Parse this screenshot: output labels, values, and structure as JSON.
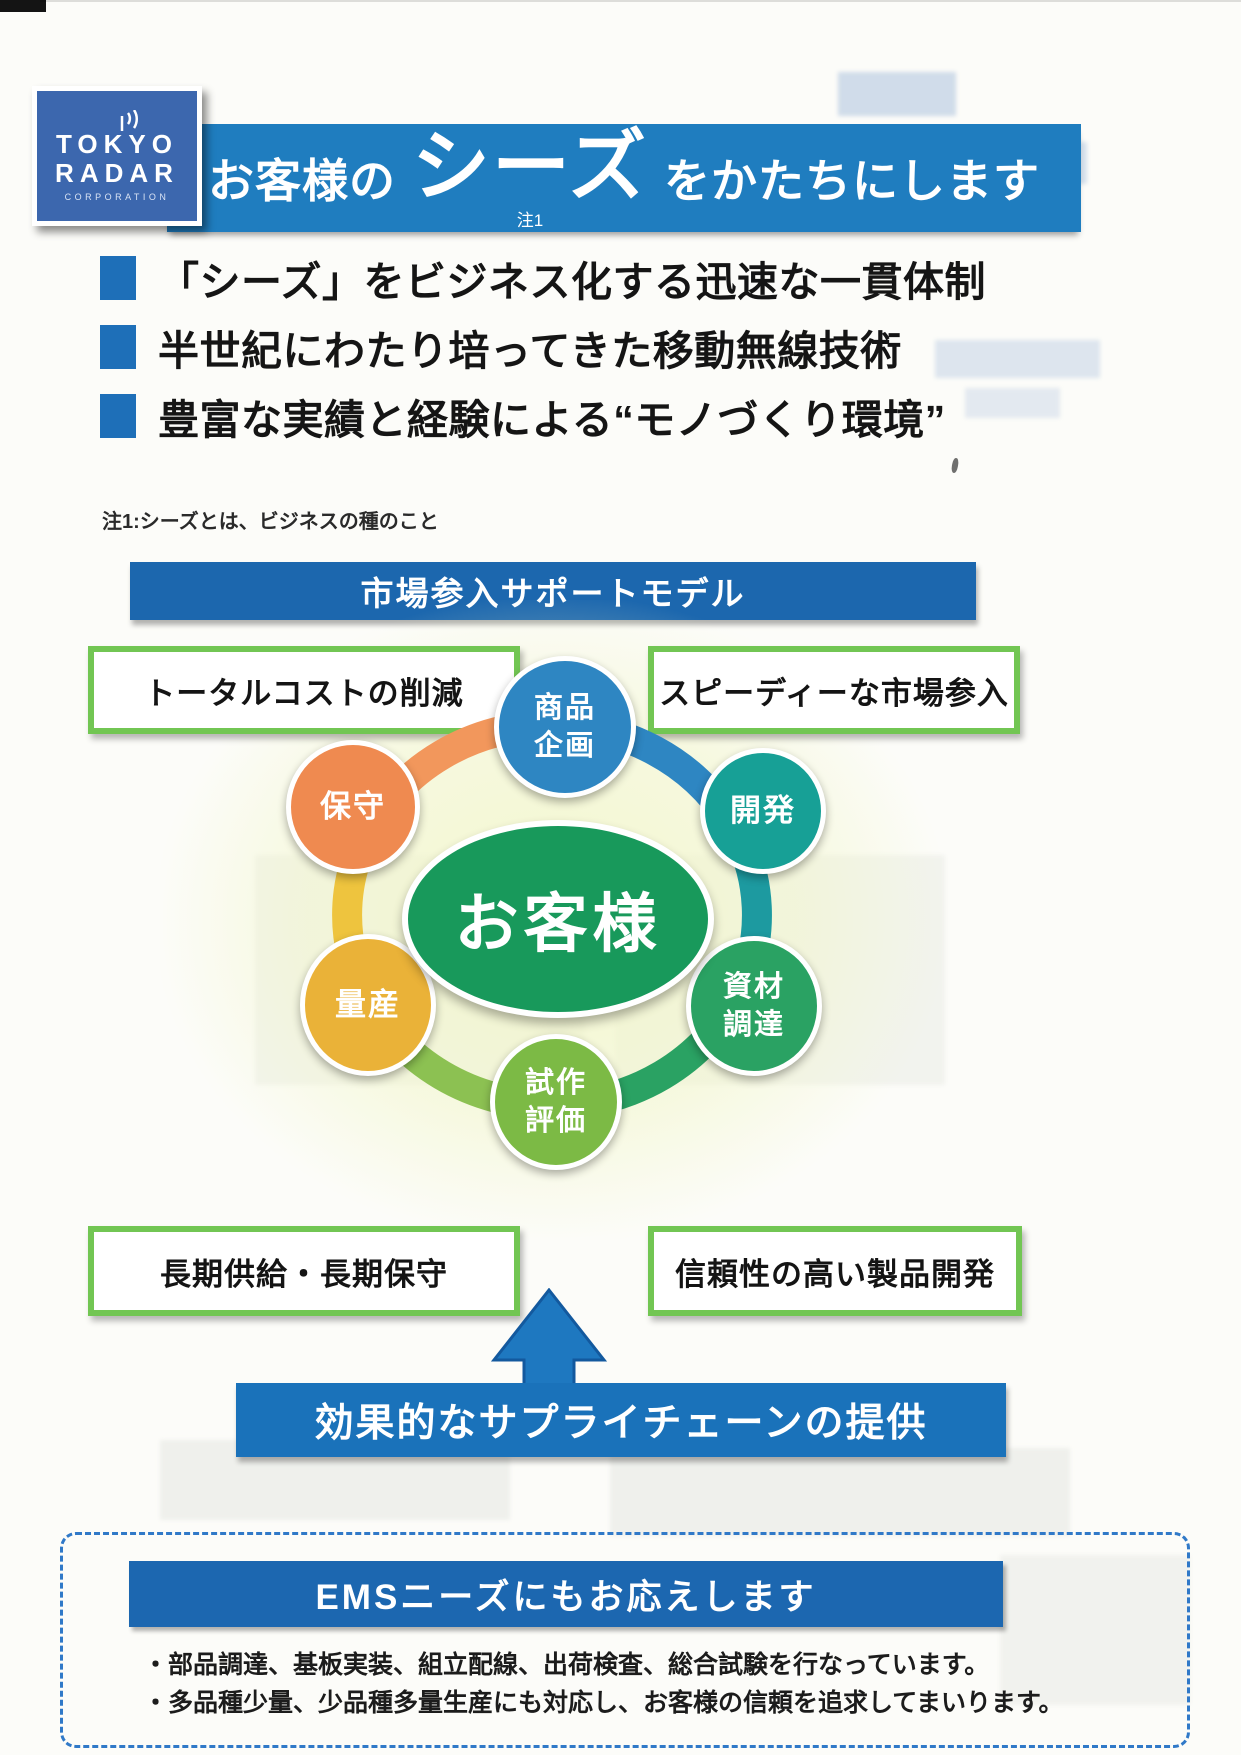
{
  "colors": {
    "logo_blue": "#3c67ae",
    "hero_banner_blue": "#1f7dbf",
    "bullet_square_blue": "#1e6fb8",
    "section_banner_blue": "#1c67ae",
    "benefit_border_green": "#72c653",
    "supply_banner_blue": "#1a72ba",
    "arrow_blue": "#1e78c0",
    "ems_banner_blue": "#1c67b0",
    "center_green": "#18995b"
  },
  "logo": {
    "name_top": "TOKYO",
    "name_bottom": "RADAR",
    "subtitle": "CORPORATION"
  },
  "hero": {
    "prefix": "お客様の",
    "highlight": "シーズ",
    "note_marker": "注1",
    "suffix": "をかたちにします"
  },
  "bullets": [
    {
      "text": "「シーズ」をビジネス化する迅速な一貫体制"
    },
    {
      "text": "半世紀にわたり培ってきた移動無線技術"
    },
    {
      "text": "豊富な実績と経験による“モノづくり環境”"
    }
  ],
  "footnote": "注1:シーズとは、ビジネスの種のこと",
  "support_model": {
    "banner": "市場参入サポートモデル",
    "benefits": {
      "top_left": "トータルコストの削減",
      "top_right": "スピーディーな市場参入",
      "bottom_left": "長期供給・長期保守",
      "bottom_right": "信頼性の高い製品開発"
    }
  },
  "cycle": {
    "center": "お客様",
    "nodes": [
      {
        "id": "product-planning",
        "line1": "商品",
        "line2": "企画",
        "color": "#2e86c2"
      },
      {
        "id": "development",
        "line1": "開発",
        "color": "#17a096"
      },
      {
        "id": "procurement",
        "line1": "資材",
        "line2": "調達",
        "color": "#2aa263"
      },
      {
        "id": "prototype-evaluation",
        "line1": "試作",
        "line2": "評価",
        "color": "#7cba45"
      },
      {
        "id": "mass-production",
        "line1": "量産",
        "color": "#eab238"
      },
      {
        "id": "maintenance",
        "line1": "保守",
        "color": "#ef8a50"
      }
    ],
    "ring_segments": [
      {
        "from": "maintenance",
        "to": "product-planning",
        "color": "#f2975c"
      },
      {
        "from": "product-planning",
        "to": "development",
        "color": "#2e86c2"
      },
      {
        "from": "development",
        "to": "procurement",
        "color": "#1d9aa0"
      },
      {
        "from": "procurement",
        "to": "prototype-evaluation",
        "color": "#2aa263"
      },
      {
        "from": "prototype-evaluation",
        "to": "mass-production",
        "color": "#8cc152"
      },
      {
        "from": "mass-production",
        "to": "maintenance",
        "color": "#eec43e"
      }
    ]
  },
  "supply_chain_banner": "効果的なサプライチェーンの提供",
  "ems": {
    "banner": "EMSニーズにもお応えします",
    "lines": [
      "・部品調達、基板実装、組立配線、出荷検査、総合試験を行なっています。",
      "・多品種少量、少品種多量生産にも対応し、お客様の信頼を追求してまいります。"
    ]
  }
}
